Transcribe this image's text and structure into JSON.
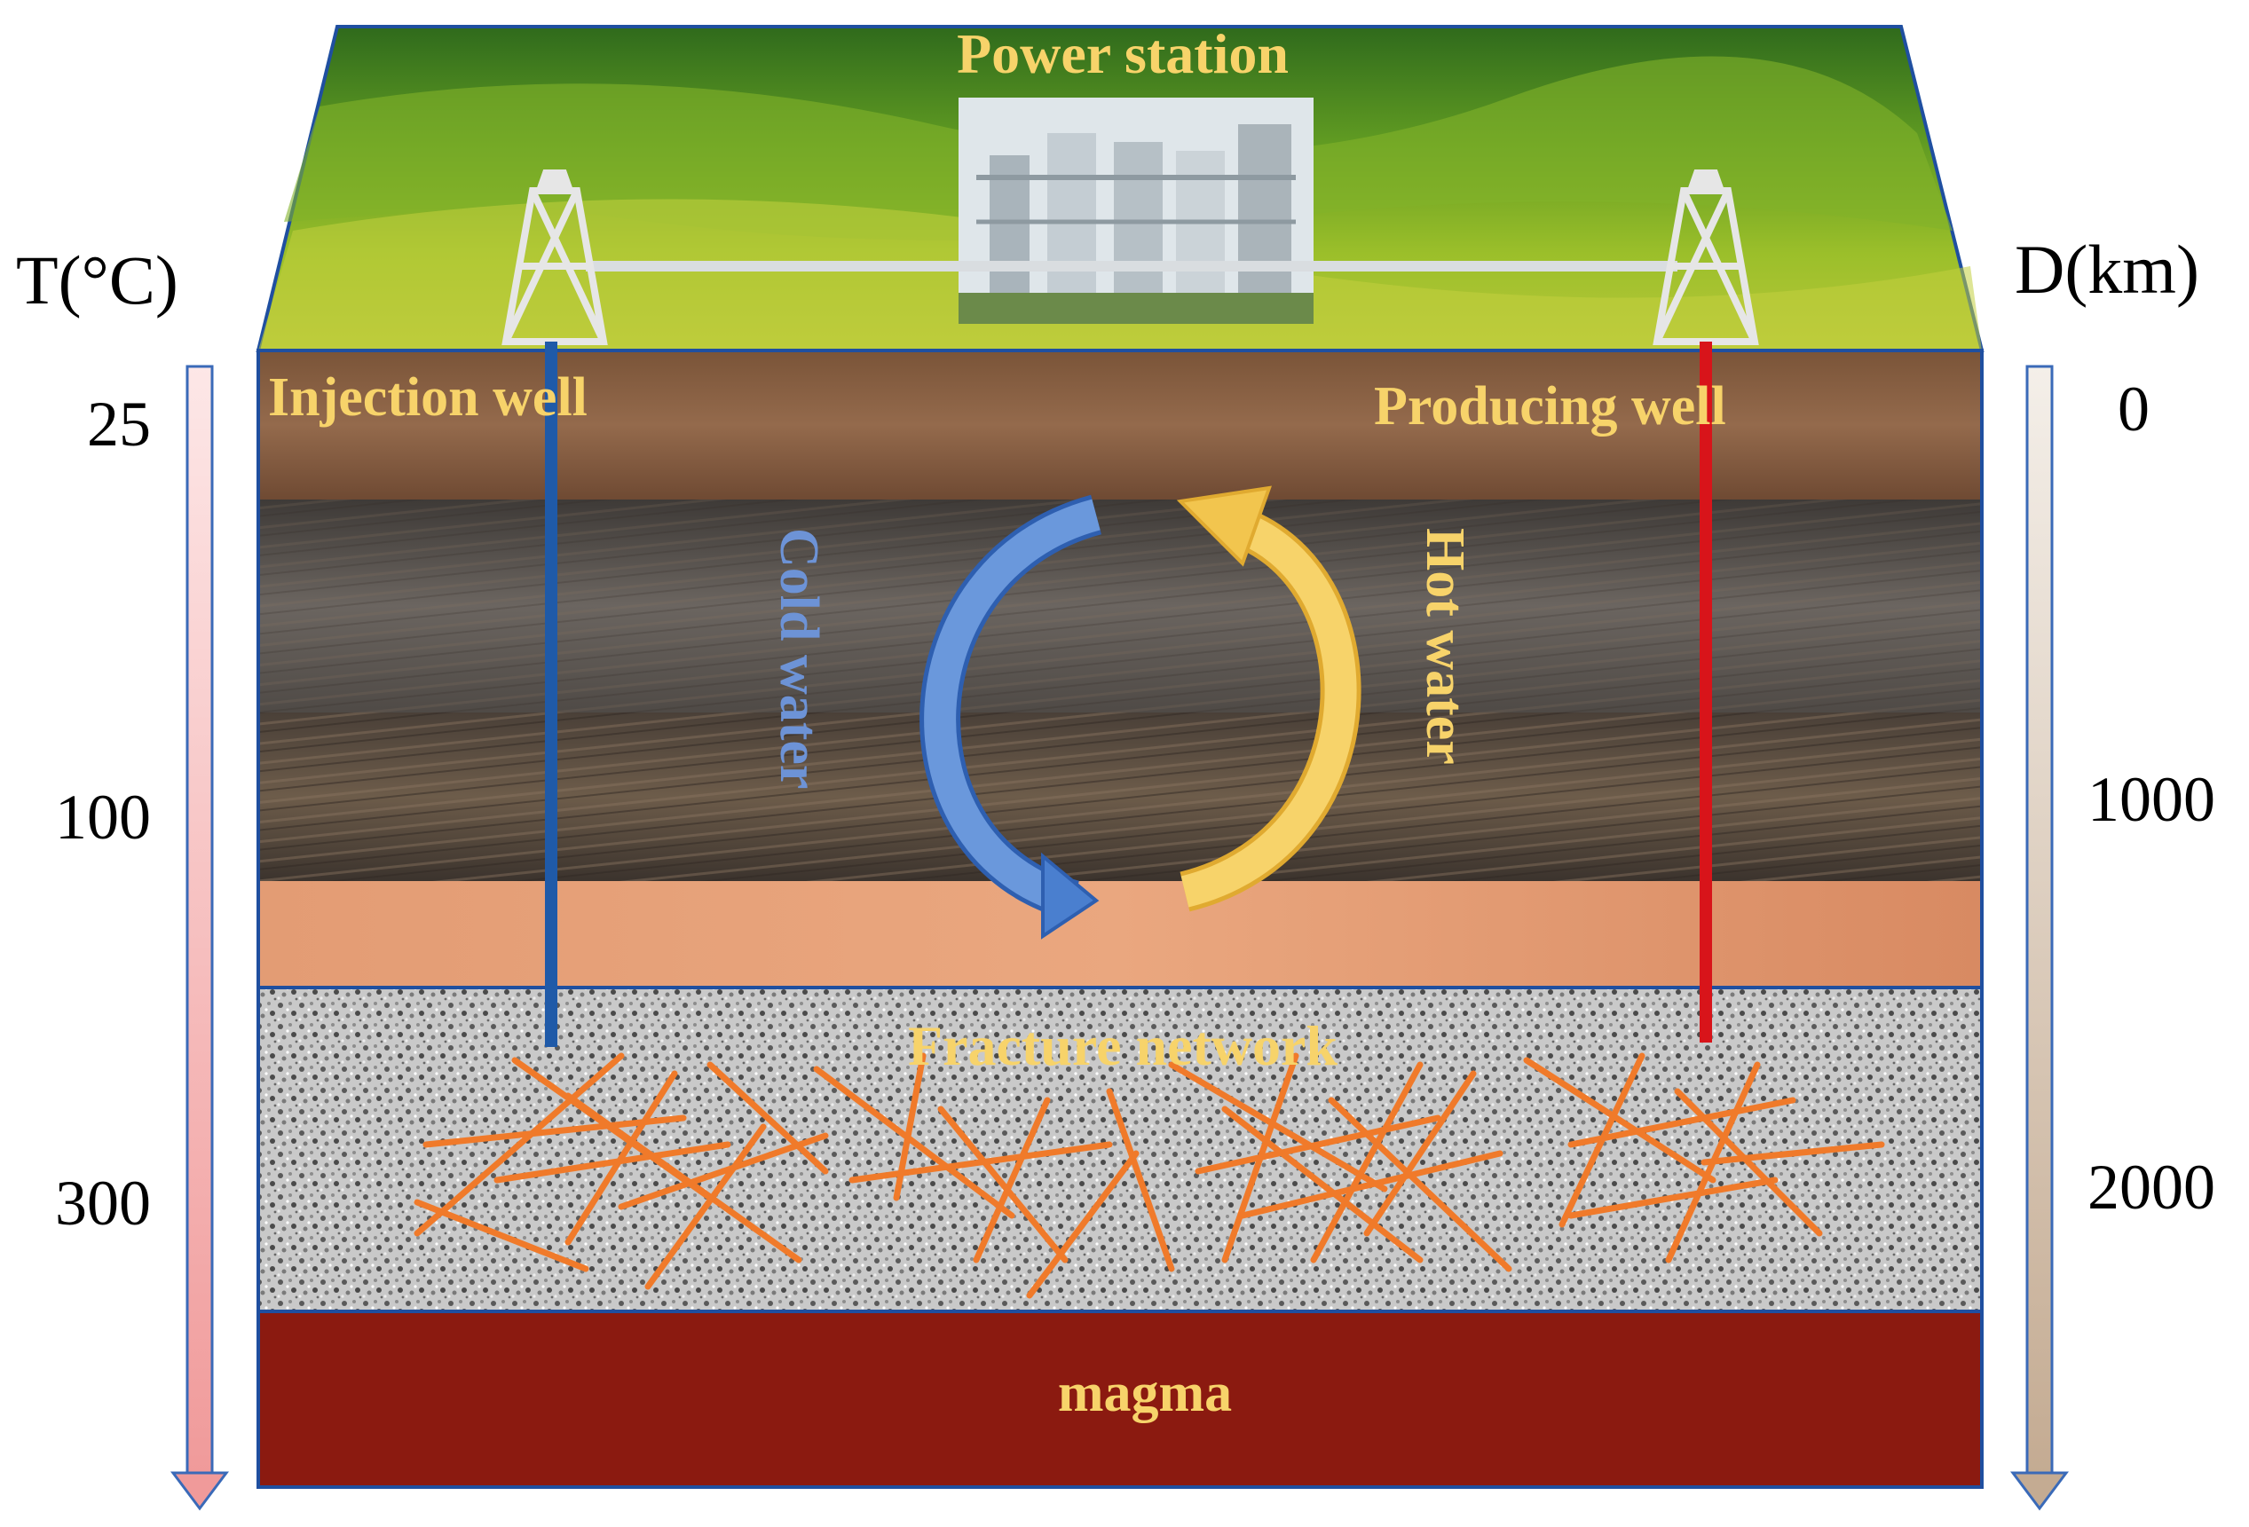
{
  "title": "Power station",
  "wells": {
    "injection": "Injection well",
    "producing": "Producing well"
  },
  "flows": {
    "cold": "Cold water",
    "hot": "Hot water"
  },
  "fracture_label": "Fracture network",
  "magma_label": "magma",
  "left_axis": {
    "label": "T(°C)",
    "ticks": [
      "25",
      "100",
      "300"
    ]
  },
  "right_axis": {
    "label": "D(km)",
    "ticks": [
      "0",
      "1000",
      "2000"
    ]
  },
  "colors": {
    "injection_pipe": "#1f5aa8",
    "producing_pipe": "#d8141a",
    "cold_arrow": "#4a7fcf",
    "hot_arrow": "#f2c54e",
    "label_gold": "#f7d36a",
    "magma": "#8b1a10",
    "fracture": "#f07a2a",
    "temp_arrow": "#f2a0a0",
    "depth_arrow": "#c9b29a"
  }
}
